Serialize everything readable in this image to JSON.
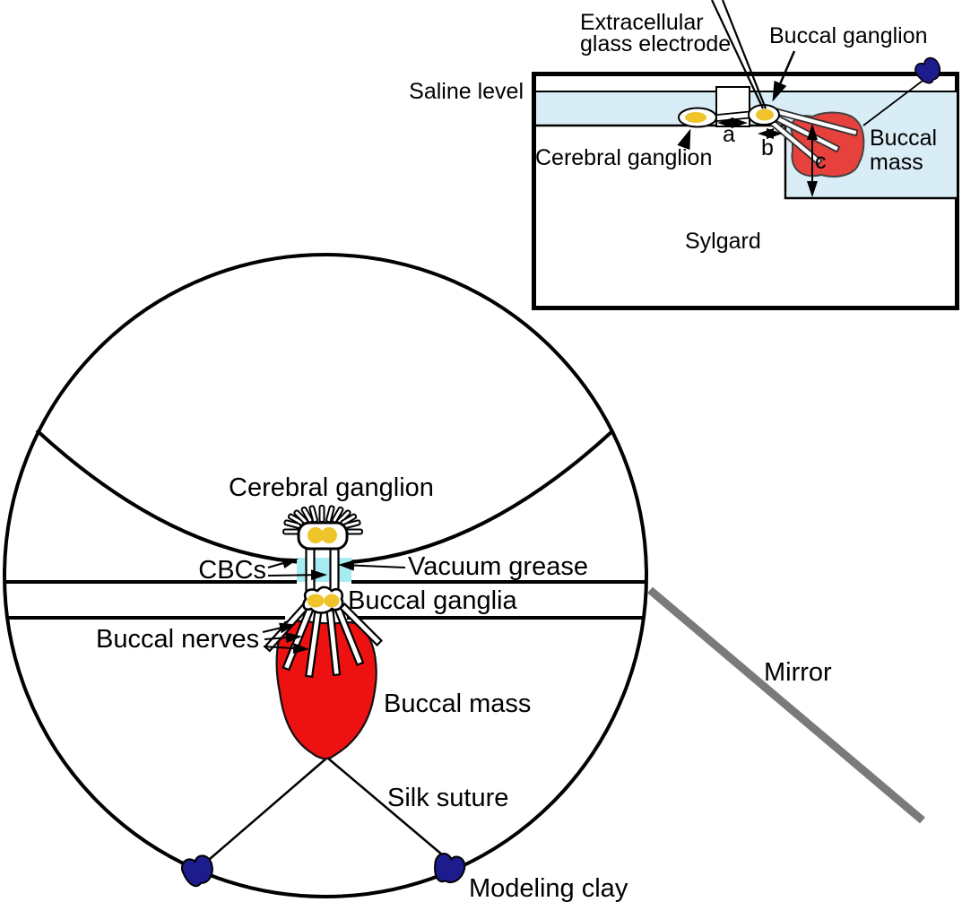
{
  "figure": {
    "description": "Experimental setup diagram: side-view recording chamber inset and top-view dish with ganglia preparation",
    "inset": {
      "labels": {
        "electrode_line1": "Extracellular",
        "electrode_line2": "glass electrode",
        "buccal_ganglion": "Buccal ganglion",
        "saline_level": "Saline level",
        "cerebral_ganglion": "Cerebral ganglion",
        "dim_a": "a",
        "dim_b": "b",
        "dim_c": "c",
        "buccal_mass_line1": "Buccal",
        "buccal_mass_line2": "mass",
        "sylgard": "Sylgard"
      }
    },
    "dish": {
      "labels": {
        "cerebral_ganglion": "Cerebral ganglion",
        "cbcs": "CBCs",
        "vacuum_grease": "Vacuum grease",
        "buccal_ganglia": "Buccal ganglia",
        "buccal_nerves": "Buccal nerves",
        "buccal_mass": "Buccal mass",
        "silk_suture": "Silk suture",
        "modeling_clay": "Modeling clay",
        "mirror": "Mirror"
      }
    },
    "colors": {
      "saline": "#d9edf7",
      "vacuum_grease": "#a8ecf3",
      "dish_mass_red": "#ee1111",
      "inset_mass_red": "#e6413c",
      "ganglion_yellow": "#eec428",
      "clay_navy": "#1c1c8c",
      "mirror_gray": "#7a7a7a",
      "line_black": "#000000"
    }
  }
}
